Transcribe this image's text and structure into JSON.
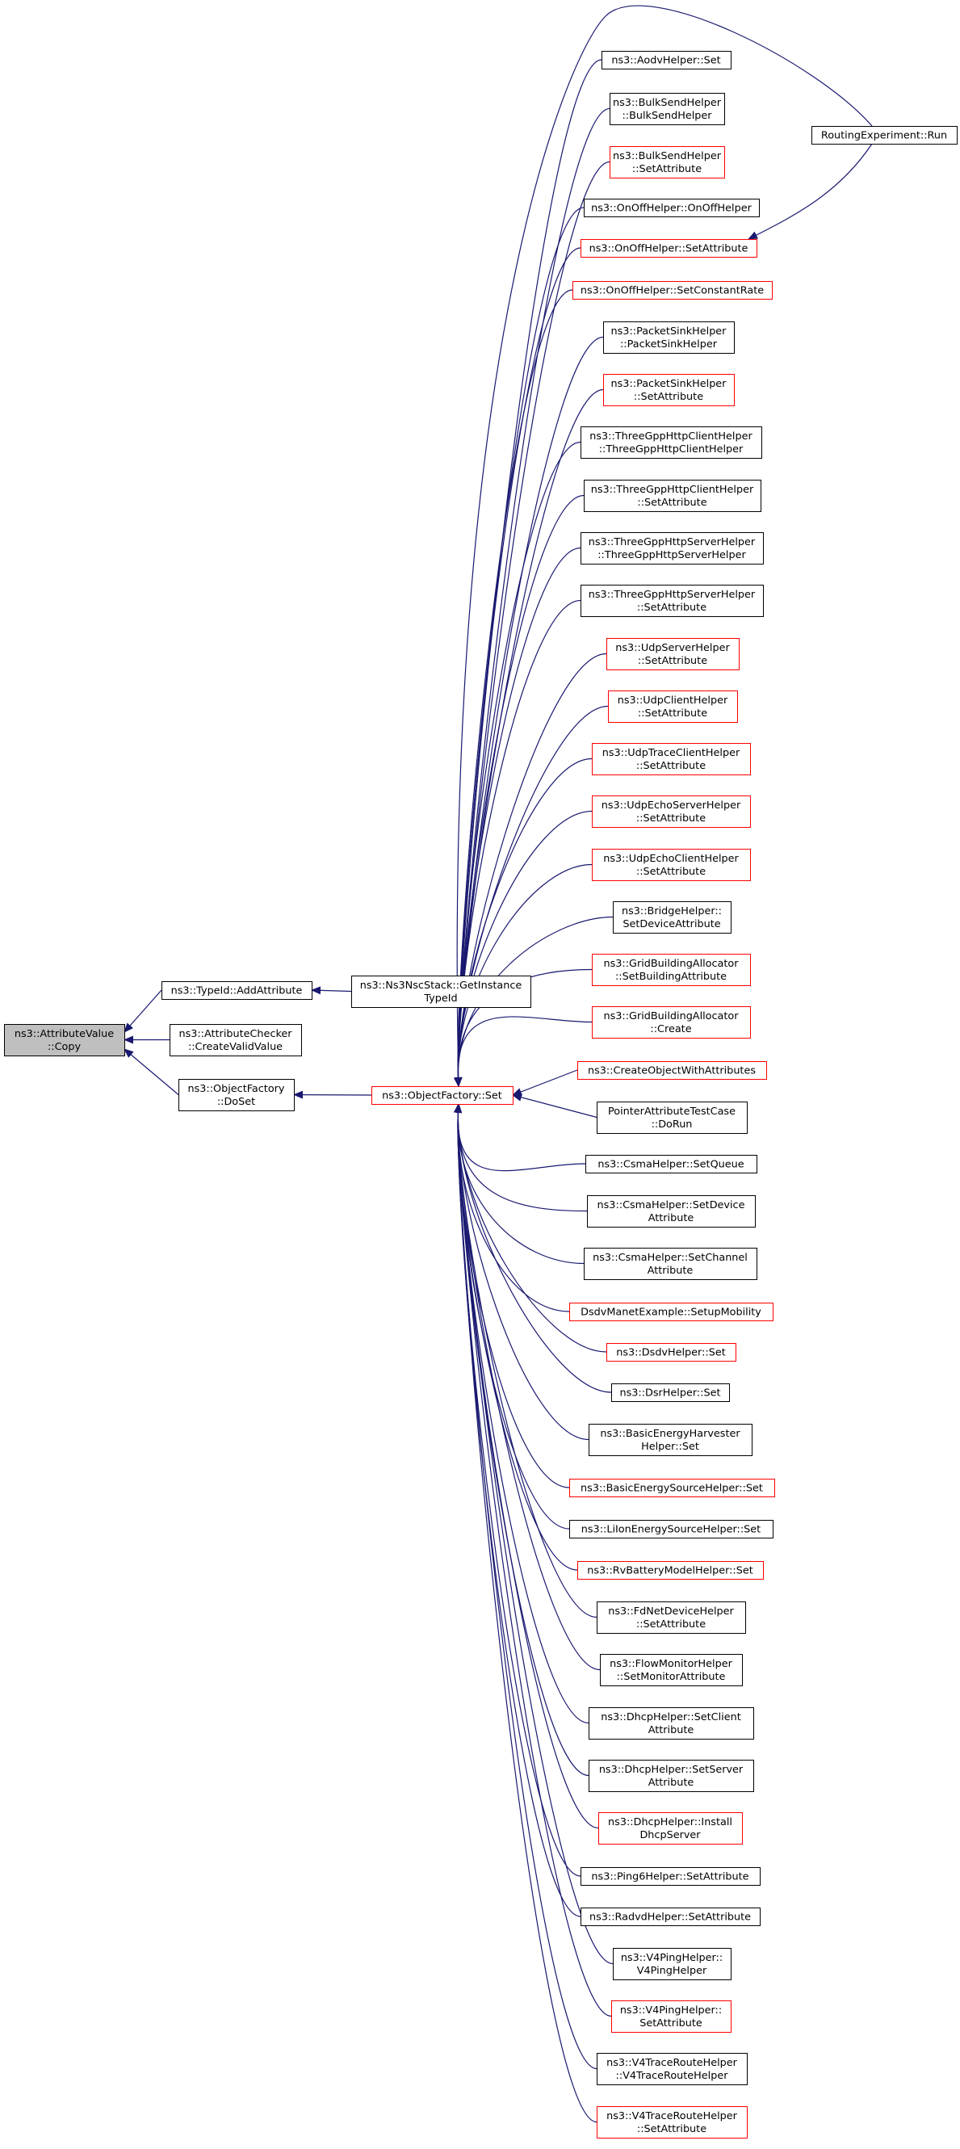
{
  "colors": {
    "edge": "#191970",
    "border_black": "#000000",
    "border_red": "#ff0000",
    "root_fill": "#bfbfbf",
    "node_fill": "#ffffff"
  },
  "nodes": [
    {
      "id": "attrvalue_copy",
      "lines": [
        "ns3::AttributeValue",
        "::Copy"
      ],
      "border": "black",
      "root": true
    },
    {
      "id": "typeid_addattribute",
      "lines": [
        "ns3::TypeId::AddAttribute"
      ],
      "border": "black"
    },
    {
      "id": "attrchecker_createvalidvalue",
      "lines": [
        "ns3::AttributeChecker",
        "::CreateValidValue"
      ],
      "border": "black"
    },
    {
      "id": "objectfactory_doset",
      "lines": [
        "ns3::ObjectFactory",
        "::DoSet"
      ],
      "border": "black"
    },
    {
      "id": "nsc_getinstancetypeid",
      "lines": [
        "ns3::Ns3NscStack::GetInstance",
        "TypeId"
      ],
      "border": "black"
    },
    {
      "id": "objectfactory_set",
      "lines": [
        "ns3::ObjectFactory::Set"
      ],
      "border": "red"
    },
    {
      "id": "aodv_set",
      "lines": [
        "ns3::AodvHelper::Set"
      ],
      "border": "black"
    },
    {
      "id": "bulksend_ctor",
      "lines": [
        "ns3::BulkSendHelper",
        "::BulkSendHelper"
      ],
      "border": "black"
    },
    {
      "id": "bulksend_setattr",
      "lines": [
        "ns3::BulkSendHelper",
        "::SetAttribute"
      ],
      "border": "red"
    },
    {
      "id": "onoff_ctor",
      "lines": [
        "ns3::OnOffHelper::OnOffHelper"
      ],
      "border": "black"
    },
    {
      "id": "onoff_setattr",
      "lines": [
        "ns3::OnOffHelper::SetAttribute"
      ],
      "border": "red"
    },
    {
      "id": "onoff_setconstrate",
      "lines": [
        "ns3::OnOffHelper::SetConstantRate"
      ],
      "border": "red"
    },
    {
      "id": "packetsink_ctor",
      "lines": [
        "ns3::PacketSinkHelper",
        "::PacketSinkHelper"
      ],
      "border": "black"
    },
    {
      "id": "packetsink_setattr",
      "lines": [
        "ns3::PacketSinkHelper",
        "::SetAttribute"
      ],
      "border": "red"
    },
    {
      "id": "tgpp_client_ctor",
      "lines": [
        "ns3::ThreeGppHttpClientHelper",
        "::ThreeGppHttpClientHelper"
      ],
      "border": "black"
    },
    {
      "id": "tgpp_client_setattr",
      "lines": [
        "ns3::ThreeGppHttpClientHelper",
        "::SetAttribute"
      ],
      "border": "black"
    },
    {
      "id": "tgpp_server_ctor",
      "lines": [
        "ns3::ThreeGppHttpServerHelper",
        "::ThreeGppHttpServerHelper"
      ],
      "border": "black"
    },
    {
      "id": "tgpp_server_setattr",
      "lines": [
        "ns3::ThreeGppHttpServerHelper",
        "::SetAttribute"
      ],
      "border": "black"
    },
    {
      "id": "udpserver_setattr",
      "lines": [
        "ns3::UdpServerHelper",
        "::SetAttribute"
      ],
      "border": "red"
    },
    {
      "id": "udpclient_setattr",
      "lines": [
        "ns3::UdpClientHelper",
        "::SetAttribute"
      ],
      "border": "red"
    },
    {
      "id": "udptraceclient_setattr",
      "lines": [
        "ns3::UdpTraceClientHelper",
        "::SetAttribute"
      ],
      "border": "red"
    },
    {
      "id": "udpechoserver_setattr",
      "lines": [
        "ns3::UdpEchoServerHelper",
        "::SetAttribute"
      ],
      "border": "red"
    },
    {
      "id": "udpechoclient_setattr",
      "lines": [
        "ns3::UdpEchoClientHelper",
        "::SetAttribute"
      ],
      "border": "red"
    },
    {
      "id": "bridge_setdeviceattr",
      "lines": [
        "ns3::BridgeHelper::",
        "SetDeviceAttribute"
      ],
      "border": "black"
    },
    {
      "id": "gridbuilding_setbuildingattr",
      "lines": [
        "ns3::GridBuildingAllocator",
        "::SetBuildingAttribute"
      ],
      "border": "red"
    },
    {
      "id": "gridbuilding_create",
      "lines": [
        "ns3::GridBuildingAllocator",
        "::Create"
      ],
      "border": "red"
    },
    {
      "id": "createobjectwithattributes",
      "lines": [
        "ns3::CreateObjectWithAttributes"
      ],
      "border": "red"
    },
    {
      "id": "pointerattrtest_dorun",
      "lines": [
        "PointerAttributeTestCase",
        "::DoRun"
      ],
      "border": "black"
    },
    {
      "id": "csma_setqueue",
      "lines": [
        "ns3::CsmaHelper::SetQueue"
      ],
      "border": "black"
    },
    {
      "id": "csma_setdeviceattr",
      "lines": [
        "ns3::CsmaHelper::SetDevice",
        "Attribute"
      ],
      "border": "black"
    },
    {
      "id": "csma_setchannelattr",
      "lines": [
        "ns3::CsmaHelper::SetChannel",
        "Attribute"
      ],
      "border": "black"
    },
    {
      "id": "dsdvmanet_setupmobility",
      "lines": [
        "DsdvManetExample::SetupMobility"
      ],
      "border": "red"
    },
    {
      "id": "dsdv_set",
      "lines": [
        "ns3::DsdvHelper::Set"
      ],
      "border": "red"
    },
    {
      "id": "dsr_set",
      "lines": [
        "ns3::DsrHelper::Set"
      ],
      "border": "black"
    },
    {
      "id": "basicenergyharvester_set",
      "lines": [
        "ns3::BasicEnergyHarvester",
        "Helper::Set"
      ],
      "border": "black"
    },
    {
      "id": "basicenergysource_set",
      "lines": [
        "ns3::BasicEnergySourceHelper::Set"
      ],
      "border": "red"
    },
    {
      "id": "liionenergysource_set",
      "lines": [
        "ns3::LiIonEnergySourceHelper::Set"
      ],
      "border": "black"
    },
    {
      "id": "rvbattery_set",
      "lines": [
        "ns3::RvBatteryModelHelper::Set"
      ],
      "border": "red"
    },
    {
      "id": "fdnetdevice_setattr",
      "lines": [
        "ns3::FdNetDeviceHelper",
        "::SetAttribute"
      ],
      "border": "black"
    },
    {
      "id": "flowmonitor_setmonitorattr",
      "lines": [
        "ns3::FlowMonitorHelper",
        "::SetMonitorAttribute"
      ],
      "border": "black"
    },
    {
      "id": "dhcp_setclientattr",
      "lines": [
        "ns3::DhcpHelper::SetClient",
        "Attribute"
      ],
      "border": "black"
    },
    {
      "id": "dhcp_setserverattr",
      "lines": [
        "ns3::DhcpHelper::SetServer",
        "Attribute"
      ],
      "border": "black"
    },
    {
      "id": "dhcp_installserver",
      "lines": [
        "ns3::DhcpHelper::Install",
        "DhcpServer"
      ],
      "border": "red"
    },
    {
      "id": "ping6_setattr",
      "lines": [
        "ns3::Ping6Helper::SetAttribute"
      ],
      "border": "black"
    },
    {
      "id": "radvd_setattr",
      "lines": [
        "ns3::RadvdHelper::SetAttribute"
      ],
      "border": "black"
    },
    {
      "id": "v4ping_ctor",
      "lines": [
        "ns3::V4PingHelper::",
        "V4PingHelper"
      ],
      "border": "black"
    },
    {
      "id": "v4ping_setattr",
      "lines": [
        "ns3::V4PingHelper::",
        "SetAttribute"
      ],
      "border": "red"
    },
    {
      "id": "v4traceroute_ctor",
      "lines": [
        "ns3::V4TraceRouteHelper",
        "::V4TraceRouteHelper"
      ],
      "border": "black"
    },
    {
      "id": "v4traceroute_setattr",
      "lines": [
        "ns3::V4TraceRouteHelper",
        "::SetAttribute"
      ],
      "border": "red"
    },
    {
      "id": "routingexperiment_run",
      "lines": [
        "RoutingExperiment::Run"
      ],
      "border": "black"
    }
  ],
  "edges": [
    {
      "from": "typeid_addattribute",
      "to": "attrvalue_copy"
    },
    {
      "from": "attrchecker_createvalidvalue",
      "to": "attrvalue_copy"
    },
    {
      "from": "objectfactory_doset",
      "to": "attrvalue_copy"
    },
    {
      "from": "nsc_getinstancetypeid",
      "to": "typeid_addattribute"
    },
    {
      "from": "objectfactory_set",
      "to": "objectfactory_doset"
    },
    {
      "from": "aodv_set",
      "to": "objectfactory_set"
    },
    {
      "from": "bulksend_ctor",
      "to": "objectfactory_set"
    },
    {
      "from": "bulksend_setattr",
      "to": "objectfactory_set"
    },
    {
      "from": "onoff_ctor",
      "to": "objectfactory_set"
    },
    {
      "from": "onoff_setattr",
      "to": "objectfactory_set"
    },
    {
      "from": "onoff_setconstrate",
      "to": "objectfactory_set"
    },
    {
      "from": "packetsink_ctor",
      "to": "objectfactory_set"
    },
    {
      "from": "packetsink_setattr",
      "to": "objectfactory_set"
    },
    {
      "from": "tgpp_client_ctor",
      "to": "objectfactory_set"
    },
    {
      "from": "tgpp_client_setattr",
      "to": "objectfactory_set"
    },
    {
      "from": "tgpp_server_ctor",
      "to": "objectfactory_set"
    },
    {
      "from": "tgpp_server_setattr",
      "to": "objectfactory_set"
    },
    {
      "from": "udpserver_setattr",
      "to": "objectfactory_set"
    },
    {
      "from": "udpclient_setattr",
      "to": "objectfactory_set"
    },
    {
      "from": "udptraceclient_setattr",
      "to": "objectfactory_set"
    },
    {
      "from": "udpechoserver_setattr",
      "to": "objectfactory_set"
    },
    {
      "from": "udpechoclient_setattr",
      "to": "objectfactory_set"
    },
    {
      "from": "bridge_setdeviceattr",
      "to": "objectfactory_set"
    },
    {
      "from": "gridbuilding_setbuildingattr",
      "to": "objectfactory_set"
    },
    {
      "from": "gridbuilding_create",
      "to": "objectfactory_set"
    },
    {
      "from": "createobjectwithattributes",
      "to": "objectfactory_set"
    },
    {
      "from": "pointerattrtest_dorun",
      "to": "objectfactory_set"
    },
    {
      "from": "csma_setqueue",
      "to": "objectfactory_set"
    },
    {
      "from": "csma_setdeviceattr",
      "to": "objectfactory_set"
    },
    {
      "from": "csma_setchannelattr",
      "to": "objectfactory_set"
    },
    {
      "from": "dsdvmanet_setupmobility",
      "to": "objectfactory_set"
    },
    {
      "from": "dsdv_set",
      "to": "objectfactory_set"
    },
    {
      "from": "dsr_set",
      "to": "objectfactory_set"
    },
    {
      "from": "basicenergyharvester_set",
      "to": "objectfactory_set"
    },
    {
      "from": "basicenergysource_set",
      "to": "objectfactory_set"
    },
    {
      "from": "liionenergysource_set",
      "to": "objectfactory_set"
    },
    {
      "from": "rvbattery_set",
      "to": "objectfactory_set"
    },
    {
      "from": "fdnetdevice_setattr",
      "to": "objectfactory_set"
    },
    {
      "from": "flowmonitor_setmonitorattr",
      "to": "objectfactory_set"
    },
    {
      "from": "dhcp_setclientattr",
      "to": "objectfactory_set"
    },
    {
      "from": "dhcp_setserverattr",
      "to": "objectfactory_set"
    },
    {
      "from": "dhcp_installserver",
      "to": "objectfactory_set"
    },
    {
      "from": "ping6_setattr",
      "to": "objectfactory_set"
    },
    {
      "from": "radvd_setattr",
      "to": "objectfactory_set"
    },
    {
      "from": "v4ping_ctor",
      "to": "objectfactory_set"
    },
    {
      "from": "v4ping_setattr",
      "to": "objectfactory_set"
    },
    {
      "from": "v4traceroute_ctor",
      "to": "objectfactory_set"
    },
    {
      "from": "v4traceroute_setattr",
      "to": "objectfactory_set"
    },
    {
      "from": "routingexperiment_run",
      "to": "objectfactory_set"
    },
    {
      "from": "routingexperiment_run",
      "to": "onoff_setattr"
    }
  ]
}
